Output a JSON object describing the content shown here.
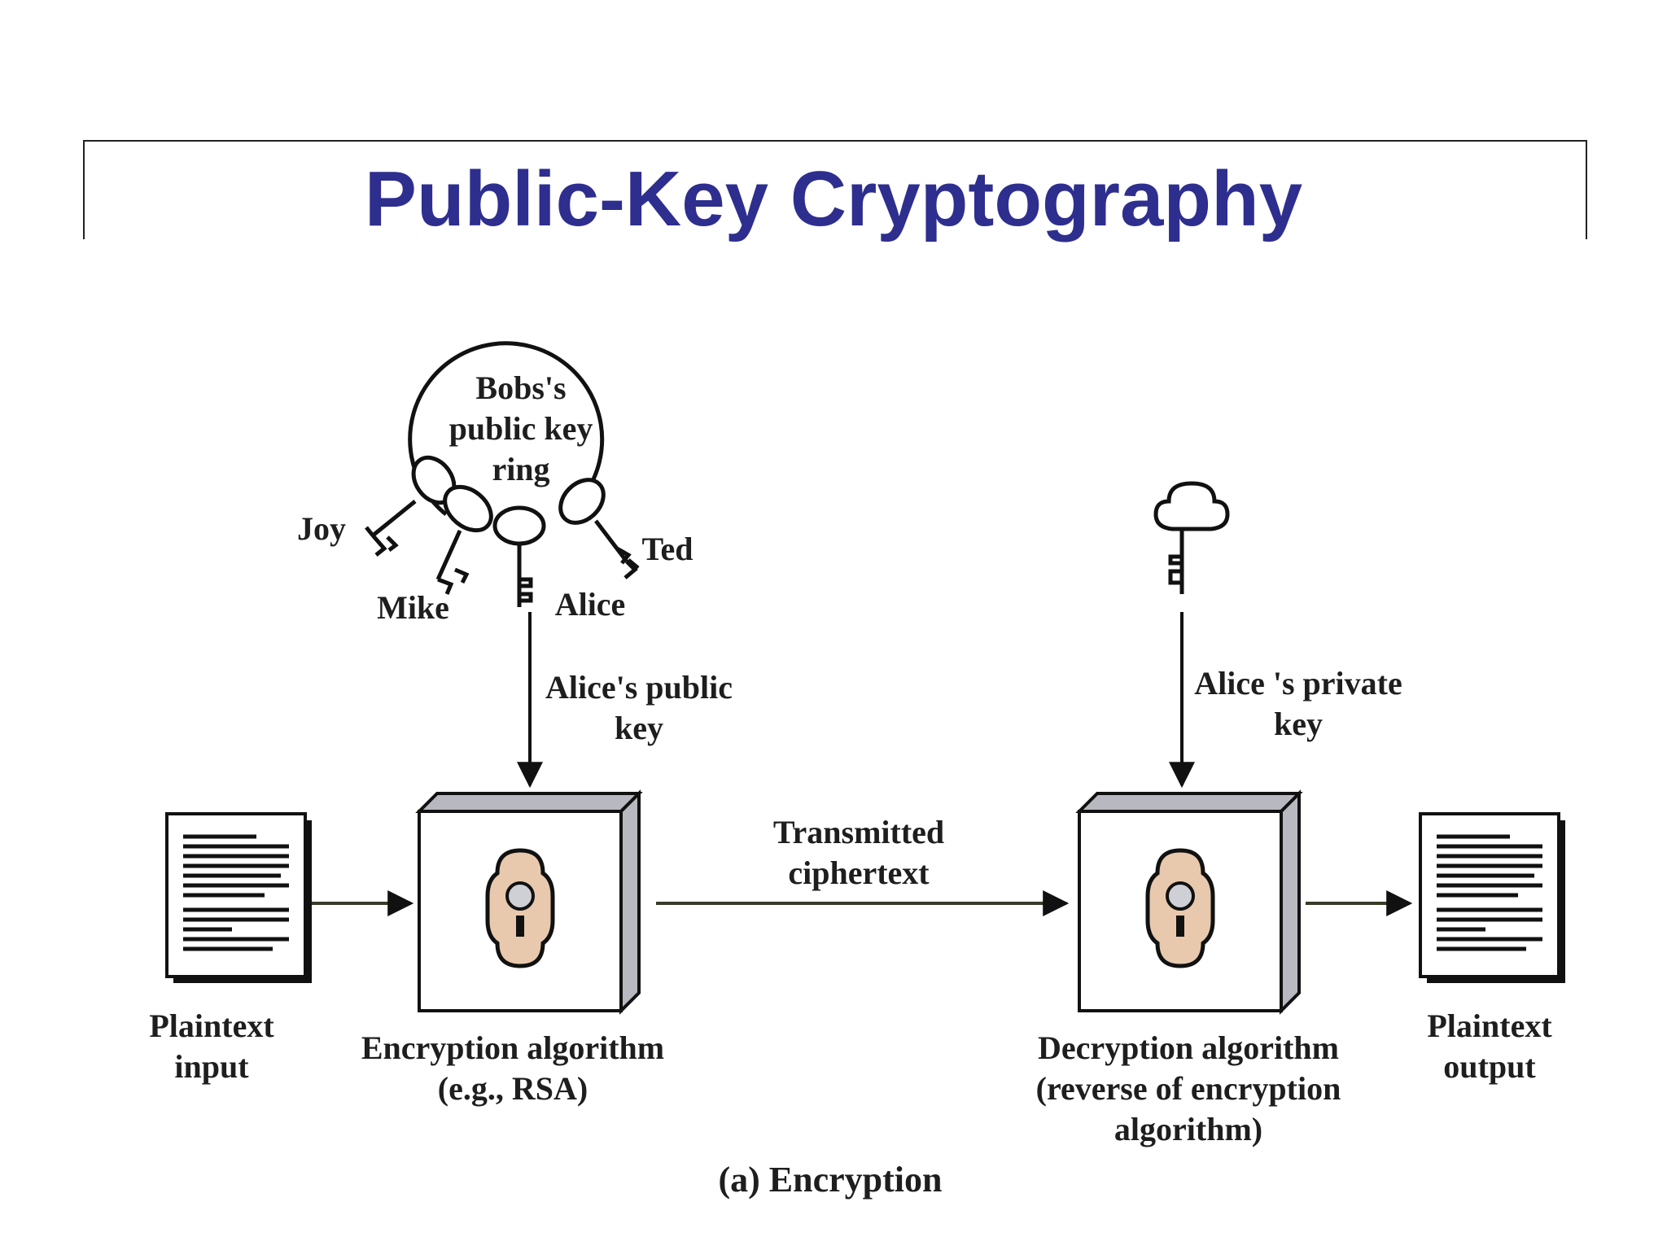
{
  "title": "Public-Key Cryptography",
  "ring": {
    "label": "Bobs's\npublic key\nring",
    "keys": [
      "Joy",
      "Mike",
      "Alice",
      "Ted"
    ]
  },
  "public_key_label": "Alice's public\nkey",
  "private_key_label": "Alice 's private\nkey",
  "ciphertext_label": "Transmitted\nciphertext",
  "plaintext_input_label": "Plaintext\ninput",
  "plaintext_output_label": "Plaintext\noutput",
  "encryption_label": "Encryption algorithm\n(e.g., RSA)",
  "decryption_label": "Decryption algorithm\n(reverse of encryption\nalgorithm)",
  "caption": "(a) Encryption",
  "colors": {
    "title": "#2e2e8f",
    "arrow": "#3a3a28",
    "lock_plate": "#e8c9ad",
    "box_side": "#b8b8c0"
  }
}
